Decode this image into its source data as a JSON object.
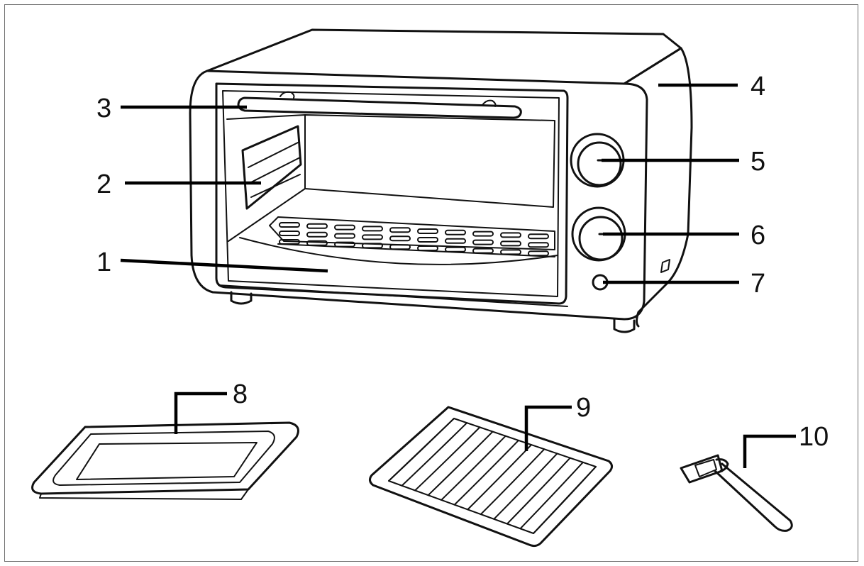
{
  "callouts": [
    {
      "key": "door",
      "text": "1"
    },
    {
      "key": "heating-element",
      "text": "2"
    },
    {
      "key": "door-handle",
      "text": "3"
    },
    {
      "key": "housing",
      "text": "4"
    },
    {
      "key": "temperature-knob",
      "text": "5"
    },
    {
      "key": "timer-knob",
      "text": "6"
    },
    {
      "key": "power-indicator",
      "text": "7"
    },
    {
      "key": "baking-tray",
      "text": "8"
    },
    {
      "key": "wire-rack",
      "text": "9"
    },
    {
      "key": "tray-handle",
      "text": "10"
    }
  ],
  "colors": {
    "ink": "#111111",
    "frame": "#6f6f6f",
    "background": "#ffffff"
  }
}
